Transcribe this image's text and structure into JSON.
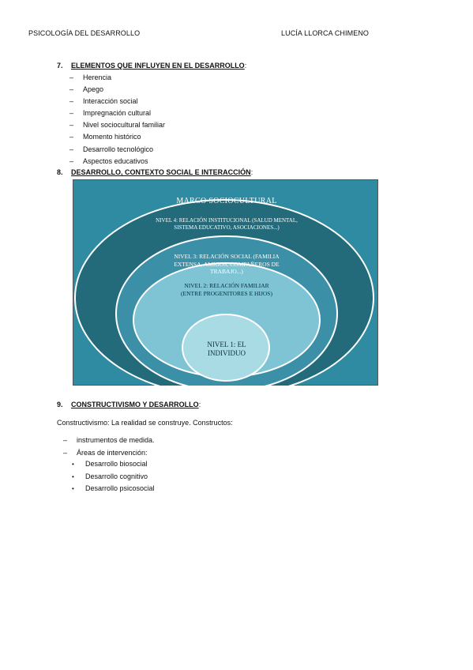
{
  "header": {
    "left": "PSICOLOGÍA DEL DESARROLLO",
    "right": "LUCÍA LLORCA CHIMENO"
  },
  "section7": {
    "number": "7.",
    "title": "ELEMENTOS QUE INFLUYEN EN EL DESARROLLO",
    "colon": ":",
    "items": [
      "Herencia",
      "Apego",
      "Interacción social",
      "Impregnación cultural",
      "Nivel sociocultural familiar",
      "Momento histórico",
      "Desarrollo tecnológico",
      "Aspectos educativos"
    ]
  },
  "section8": {
    "number": "8.",
    "title": "DESARROLLO, CONTEXTO SOCIAL E INTERACCIÓN",
    "colon": ":",
    "diagram": {
      "outer": "MARCO SOCIOCULTURAL",
      "level4": "NIVEL 4: RELACIÓN INSTITUCIONAL (SALUD MENTAL, SISTEMA EDUCATIVO, ASOCIACIONES...)",
      "level3": "NIVEL 3: RELACIÓN SOCIAL (FAMILIA EXTENSA, AMIGOS, COMPAÑEROS DE TRABAJO...)",
      "level2": "NIVEL 2: RELACIÓN FAMILIAR (ENTRE PROGENITORES E HIJOS)",
      "level1": "NIVEL 1: EL INDIVIDUO",
      "colors": {
        "background": "#2e8ba1",
        "ring4": "#236a7a",
        "ring3": "#3b8fa6",
        "ring2": "#7fc4d4",
        "core": "#a9dbe5",
        "stroke": "#ffffff"
      }
    }
  },
  "section9": {
    "number": "9.",
    "title": "CONSTRUCTIVISMO Y DESARROLLO",
    "colon": ":",
    "paragraph": "Constructivismo: La realidad se construye. Constructos:",
    "dash_items": [
      "instrumentos de medida.",
      "Áreas de intervención:"
    ],
    "bullet_items": [
      "Desarrollo biosocial",
      "Desarrollo cognitivo",
      "Desarrollo psicosocial"
    ]
  },
  "glyphs": {
    "dash": "–",
    "bullet": "•"
  }
}
